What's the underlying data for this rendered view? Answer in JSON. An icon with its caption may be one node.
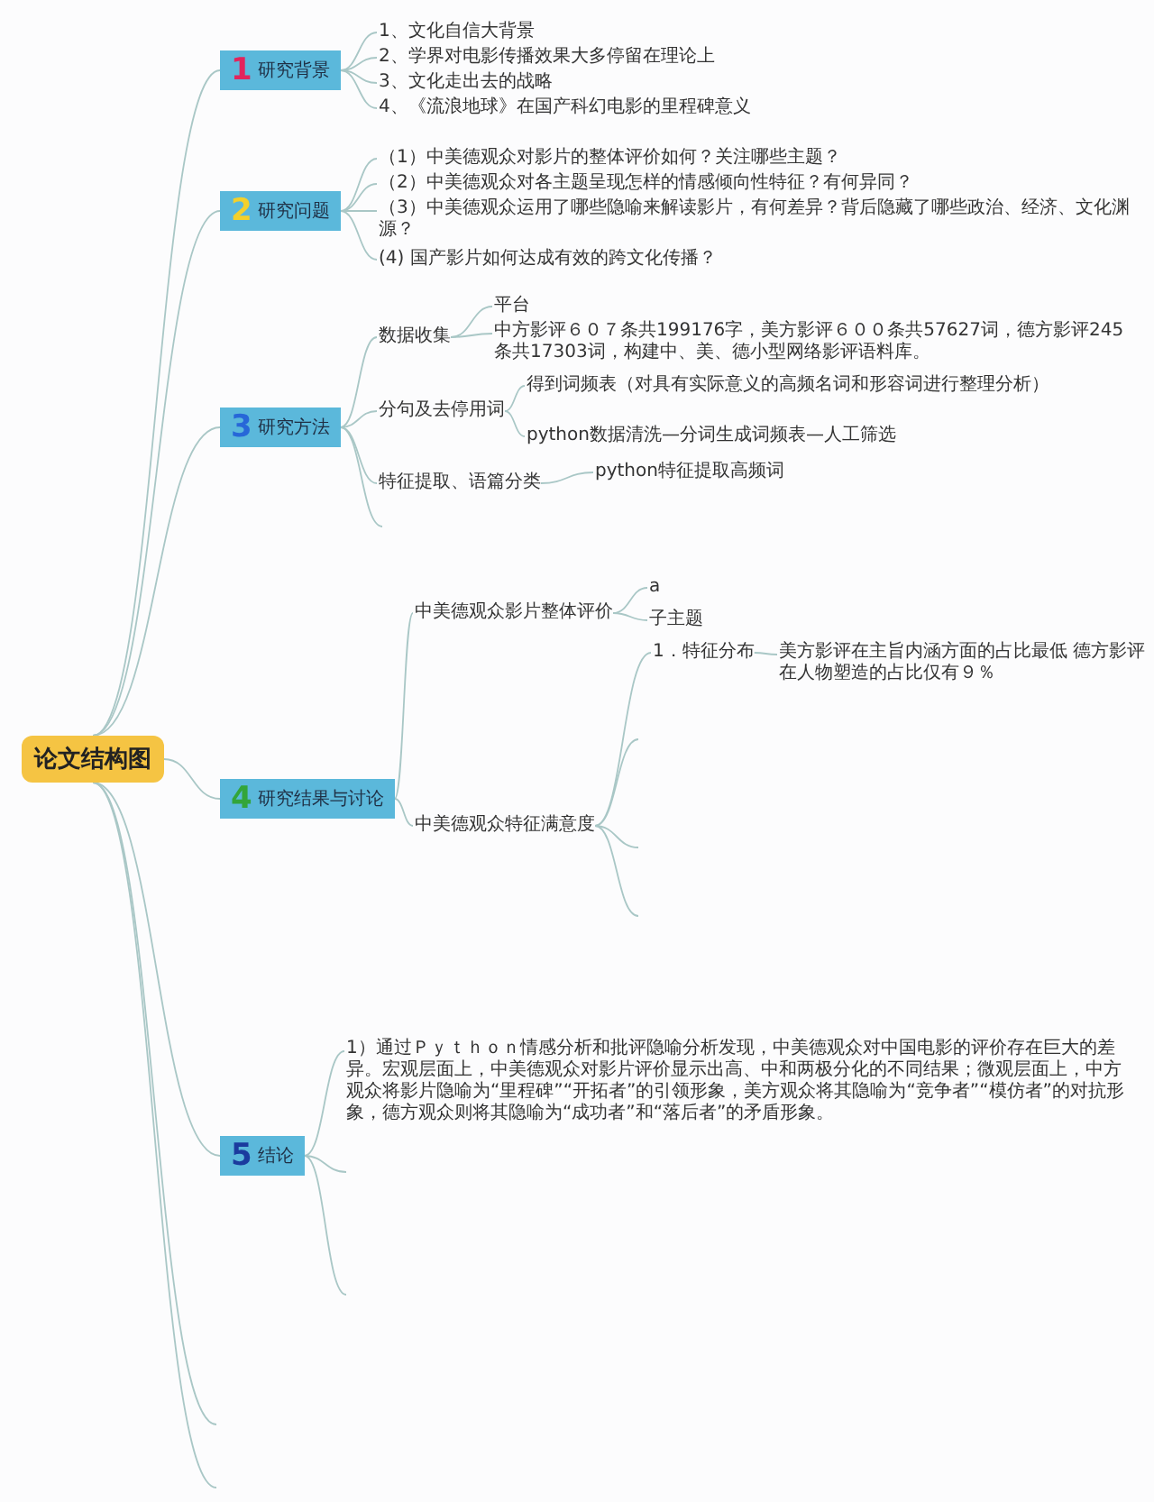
{
  "diagram": {
    "nodes": [
      {
        "text": [
          "论文结构图"
        ]
      },
      {
        "text": [
          "1",
          "研究背景"
        ]
      },
      {
        "text": [
          "1、文化自信大背景"
        ]
      },
      {
        "text": [
          "2、学界对电影传播效果大多停留在理论上"
        ]
      },
      {
        "text": [
          "3、文化走出去的战略"
        ]
      },
      {
        "text": [
          "4、《流浪地球》在国产科幻电影的里程碑意义"
        ]
      },
      {
        "text": [
          "2",
          "研究问题"
        ]
      },
      {
        "text": [
          "（1）中美德观众对影片的整体评价如何？关注哪些主题？"
        ]
      },
      {
        "text": [
          "（2）中美德观众对各主题呈现怎样的情感倾向性特征？有何异同？"
        ]
      },
      {
        "text": [
          "（3）中美德观众运用了哪些隐喻来解读影片，有何差异？背后隐藏了哪些政治、经济、文化渊源？"
        ]
      },
      {
        "text": [
          "(4) 国产影片如何达成有效的跨文化传播？"
        ]
      },
      {
        "text": [
          "3",
          "研究方法"
        ]
      },
      {
        "text": [
          "数据收集"
        ]
      },
      {
        "text": [
          "平台"
        ]
      },
      {
        "text": [
          "中方影评６０７条共199176字，美方影评６００条共57627词，德方影评245条共17303词，构建中、美、德小型网络影评语料库。"
        ]
      },
      {
        "text": [
          "分句及去停用词"
        ]
      },
      {
        "text": [
          "得到词频表（对具有实际意义的高频名词和形容词进行整理分析）"
        ]
      },
      {
        "text": [
          "python数据清洗—分词生成词频表—人工筛选"
        ]
      },
      {
        "text": [
          "特征提取、语篇分类"
        ]
      },
      {
        "text": [
          "python特征提取高频词"
        ]
      },
      {
        "text": [
          "4",
          "研究结果与讨论"
        ]
      },
      {
        "text": [
          "中美德观众影片整体评价"
        ]
      },
      {
        "text": [
          "a"
        ]
      },
      {
        "text": [
          "子主题"
        ]
      },
      {
        "text": [
          "中美德观众特征满意度"
        ]
      },
      {
        "text": [
          "1．特征分布"
        ]
      },
      {
        "text": [
          "美方影评在主旨内涵方面的占比最低 德方影评在人物塑造的占比仅有９％"
        ]
      },
      {
        "text": [
          "5",
          "结论"
        ]
      },
      {
        "text": [
          "1）通过Ｐｙｔｈｏｎ情感分析和批评隐喻分析发现，中美德观众对中国电影的评价存在巨大的差异。宏观层面上，中美德观众对影片评价显示出高、中和两极分化的不同结果；微观层面上，中方观众将影片隐喻为“里程碑”“开拓者”的引领形象，美方观众将其隐喻为“竞争者”“模仿者”的对抗形象，德方观众则将其隐喻为“成功者”和“落后者”的矛盾形象。"
        ]
      }
    ],
    "edges": [
      {
        "from": 0,
        "to": 1,
        "arrow": "none"
      },
      {
        "from": 0,
        "to": 6,
        "arrow": "none"
      },
      {
        "from": 0,
        "to": 11,
        "arrow": "none"
      },
      {
        "from": 0,
        "to": 20,
        "arrow": "none"
      },
      {
        "from": 0,
        "to": 27,
        "arrow": "none"
      },
      {
        "from": 1,
        "to": 2,
        "arrow": "none"
      },
      {
        "from": 1,
        "to": 3,
        "arrow": "none"
      },
      {
        "from": 1,
        "to": 4,
        "arrow": "none"
      },
      {
        "from": 1,
        "to": 5,
        "arrow": "none"
      },
      {
        "from": 6,
        "to": 7,
        "arrow": "none"
      },
      {
        "from": 6,
        "to": 8,
        "arrow": "none"
      },
      {
        "from": 6,
        "to": 9,
        "arrow": "none"
      },
      {
        "from": 6,
        "to": 10,
        "arrow": "none"
      },
      {
        "from": 11,
        "to": 12,
        "arrow": "none"
      },
      {
        "from": 11,
        "to": 15,
        "arrow": "none"
      },
      {
        "from": 11,
        "to": 18,
        "arrow": "none"
      },
      {
        "from": 12,
        "to": 13,
        "arrow": "none"
      },
      {
        "from": 12,
        "to": 14,
        "arrow": "none"
      },
      {
        "from": 15,
        "to": 16,
        "arrow": "none"
      },
      {
        "from": 15,
        "to": 17,
        "arrow": "none"
      },
      {
        "from": 18,
        "to": 19,
        "arrow": "none"
      },
      {
        "from": 20,
        "to": 21,
        "arrow": "none"
      },
      {
        "from": 20,
        "to": 24,
        "arrow": "none"
      },
      {
        "from": 21,
        "to": 22,
        "arrow": "none"
      },
      {
        "from": 21,
        "to": 23,
        "arrow": "none"
      },
      {
        "from": 24,
        "to": 25,
        "arrow": "none"
      },
      {
        "from": 25,
        "to": 26,
        "arrow": "none"
      },
      {
        "from": 27,
        "to": 28,
        "arrow": "none"
      }
    ]
  }
}
